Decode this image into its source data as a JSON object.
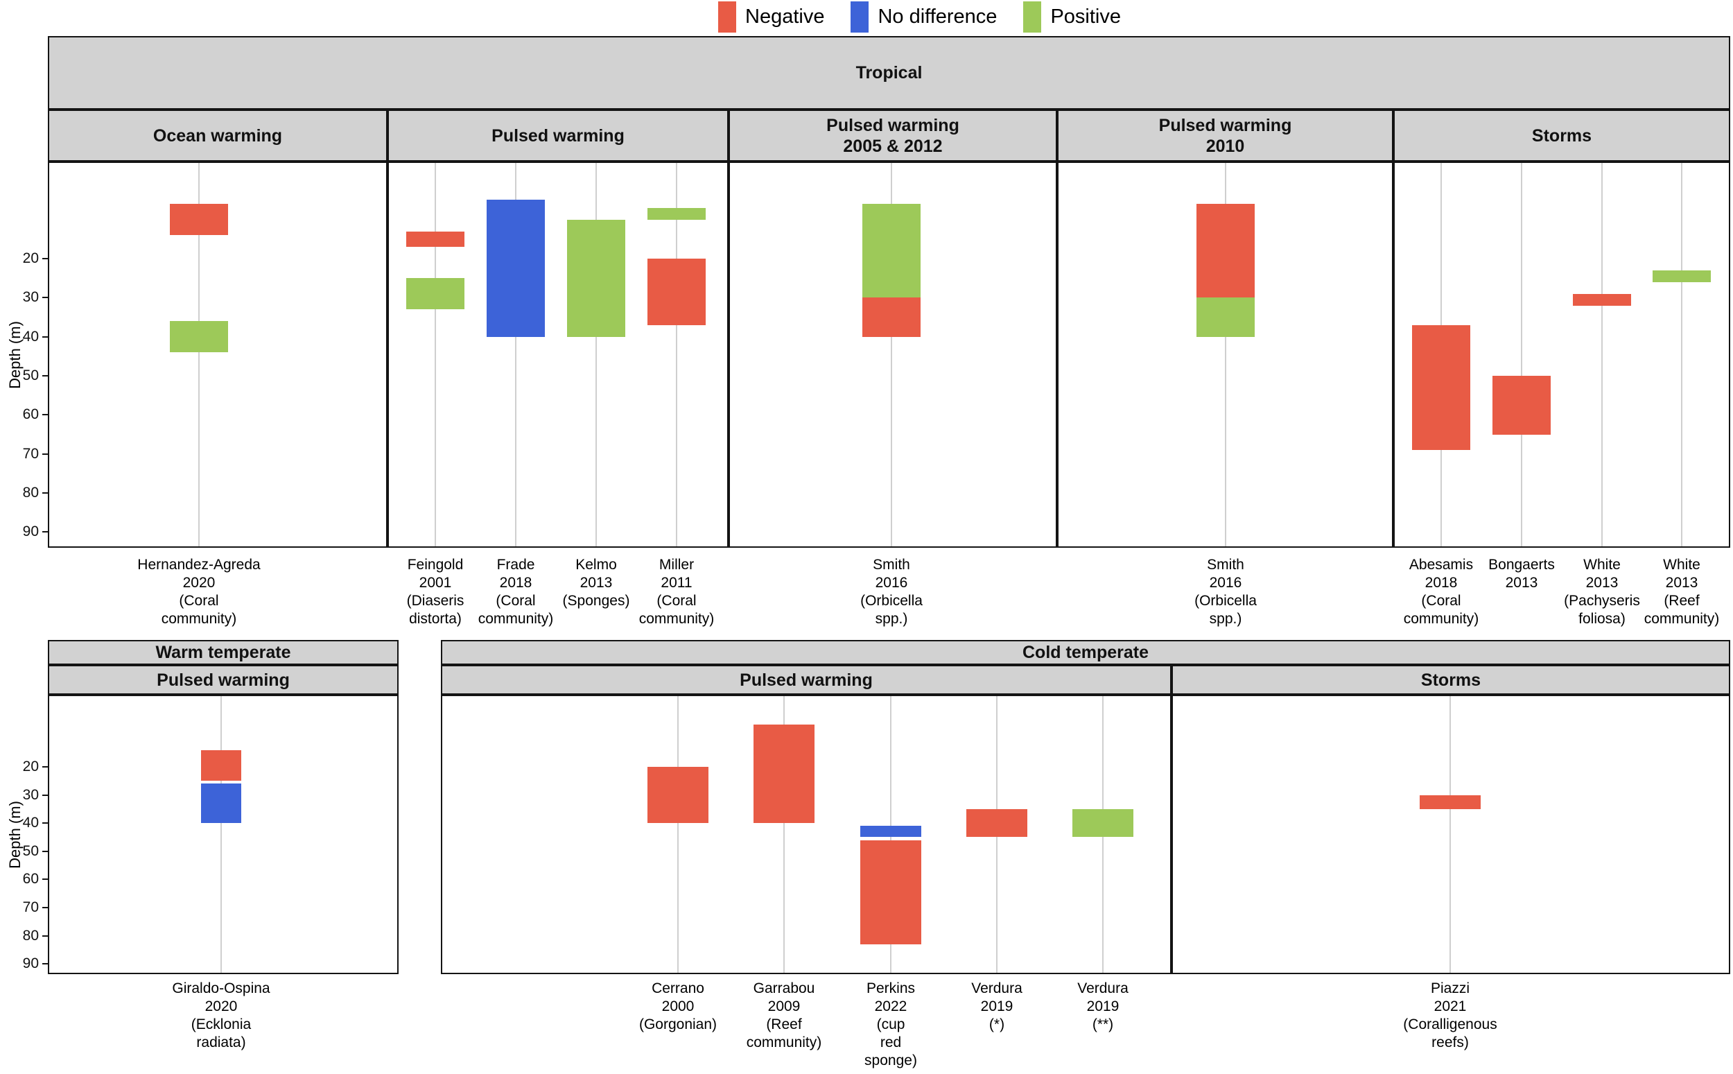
{
  "legend": {
    "items": [
      {
        "label": "Negative",
        "color": "#E85B45"
      },
      {
        "label": "No difference",
        "color": "#3D63D8"
      },
      {
        "label": "Positive",
        "color": "#9DC959"
      }
    ]
  },
  "axis": {
    "ylabel": "Depth (m)",
    "ticks": [
      20,
      30,
      40,
      50,
      60,
      70,
      80,
      90
    ]
  },
  "chart_data": {
    "type": "bar",
    "subtype": "faceted depth-range bars, depth increases downward",
    "ylabel": "Depth (m)",
    "y_ticks": [
      20,
      30,
      40,
      50,
      60,
      70,
      80,
      90
    ],
    "ylim_top_row": [
      -4.5,
      94
    ],
    "ylim_bottom_row": [
      -5.6,
      93.6
    ],
    "legend_title": "",
    "effects": {
      "Negative": "#E85B45",
      "No difference": "#3D63D8",
      "Positive": "#9DC959"
    },
    "groups": [
      {
        "climate": "Tropical",
        "panels": [
          {
            "disturbance": [
              "Ocean warming"
            ],
            "studies": [
              {
                "label": [
                  "Hernandez-Agreda",
                  "2020",
                  "(Coral",
                  "community)"
                ],
                "bars": [
                  {
                    "effect": "Negative",
                    "top_m": 6,
                    "bottom_m": 14
                  },
                  {
                    "effect": "Positive",
                    "top_m": 36,
                    "bottom_m": 44
                  }
                ]
              }
            ]
          },
          {
            "disturbance": [
              "Pulsed warming"
            ],
            "studies": [
              {
                "label": [
                  "Feingold",
                  "2001",
                  "(Diaseris",
                  "distorta)"
                ],
                "bars": [
                  {
                    "effect": "Negative",
                    "top_m": 13,
                    "bottom_m": 17
                  },
                  {
                    "effect": "Positive",
                    "top_m": 25,
                    "bottom_m": 33
                  }
                ]
              },
              {
                "label": [
                  "Frade",
                  "2018",
                  "(Coral",
                  "community)"
                ],
                "bars": [
                  {
                    "effect": "No difference",
                    "top_m": 5,
                    "bottom_m": 40
                  }
                ]
              },
              {
                "label": [
                  "Kelmo",
                  "2013",
                  "(Sponges)"
                ],
                "bars": [
                  {
                    "effect": "Positive",
                    "top_m": 10,
                    "bottom_m": 40
                  }
                ]
              },
              {
                "label": [
                  "Miller",
                  "2011",
                  "(Coral",
                  "community)"
                ],
                "bars": [
                  {
                    "effect": "Positive",
                    "top_m": 7,
                    "bottom_m": 10
                  },
                  {
                    "effect": "Negative",
                    "top_m": 20,
                    "bottom_m": 37
                  }
                ]
              }
            ]
          },
          {
            "disturbance": [
              "Pulsed warming",
              "2005 & 2012"
            ],
            "studies": [
              {
                "label": [
                  "Smith",
                  "2016",
                  "(Orbicella",
                  "spp.)"
                ],
                "bars": [
                  {
                    "effect": "Positive",
                    "top_m": 6,
                    "bottom_m": 30
                  },
                  {
                    "effect": "Negative",
                    "top_m": 30,
                    "bottom_m": 40
                  }
                ]
              }
            ]
          },
          {
            "disturbance": [
              "Pulsed warming",
              "2010"
            ],
            "studies": [
              {
                "label": [
                  "Smith",
                  "2016",
                  "(Orbicella",
                  "spp.)"
                ],
                "bars": [
                  {
                    "effect": "Negative",
                    "top_m": 6,
                    "bottom_m": 30
                  },
                  {
                    "effect": "Positive",
                    "top_m": 30,
                    "bottom_m": 40
                  }
                ]
              }
            ]
          },
          {
            "disturbance": [
              "Storms"
            ],
            "studies": [
              {
                "label": [
                  "Abesamis",
                  "2018",
                  "(Coral",
                  "community)"
                ],
                "bars": [
                  {
                    "effect": "Negative",
                    "top_m": 37,
                    "bottom_m": 69
                  }
                ]
              },
              {
                "label": [
                  "Bongaerts",
                  "2013"
                ],
                "bars": [
                  {
                    "effect": "Negative",
                    "top_m": 50,
                    "bottom_m": 65
                  }
                ]
              },
              {
                "label": [
                  "White",
                  "2013",
                  "(Pachyseris",
                  "foliosa)"
                ],
                "bars": [
                  {
                    "effect": "Negative",
                    "top_m": 29,
                    "bottom_m": 32
                  }
                ]
              },
              {
                "label": [
                  "White",
                  "2013",
                  "(Reef",
                  "community)"
                ],
                "bars": [
                  {
                    "effect": "Positive",
                    "top_m": 23,
                    "bottom_m": 26
                  }
                ]
              }
            ]
          }
        ]
      },
      {
        "climate": "Warm temperate",
        "panels": [
          {
            "disturbance": [
              "Pulsed warming"
            ],
            "studies": [
              {
                "label": [
                  "Giraldo-Ospina",
                  "2020",
                  "(Ecklonia",
                  "radiata)"
                ],
                "bars": [
                  {
                    "effect": "Negative",
                    "top_m": 14,
                    "bottom_m": 25
                  },
                  {
                    "effect": "No difference",
                    "top_m": 26,
                    "bottom_m": 40
                  }
                ]
              }
            ]
          }
        ]
      },
      {
        "climate": "Cold temperate",
        "panels": [
          {
            "disturbance": [
              "Pulsed warming"
            ],
            "studies": [
              {
                "label": [
                  "Cerrano",
                  "2000",
                  "(Gorgonian)"
                ],
                "bars": [
                  {
                    "effect": "Negative",
                    "top_m": 20,
                    "bottom_m": 40
                  }
                ]
              },
              {
                "label": [
                  "Garrabou",
                  "2009",
                  "(Reef",
                  "community)"
                ],
                "bars": [
                  {
                    "effect": "Negative",
                    "top_m": 5,
                    "bottom_m": 40
                  }
                ]
              },
              {
                "label": [
                  "Perkins",
                  "2022",
                  "(cup",
                  "red",
                  "sponge)"
                ],
                "bars": [
                  {
                    "effect": "No difference",
                    "top_m": 41,
                    "bottom_m": 45
                  },
                  {
                    "effect": "Negative",
                    "top_m": 46,
                    "bottom_m": 83
                  }
                ]
              },
              {
                "label": [
                  "Verdura",
                  "2019",
                  "(*)"
                ],
                "bars": [
                  {
                    "effect": "Negative",
                    "top_m": 35,
                    "bottom_m": 45
                  }
                ]
              },
              {
                "label": [
                  "Verdura",
                  "2019",
                  "(**)"
                ],
                "bars": [
                  {
                    "effect": "Positive",
                    "top_m": 35,
                    "bottom_m": 45
                  }
                ]
              }
            ]
          },
          {
            "disturbance": [
              "Storms"
            ],
            "studies": [
              {
                "label": [
                  "Piazzi",
                  "2021",
                  "(Coralligenous",
                  "reefs)"
                ],
                "bars": [
                  {
                    "effect": "Negative",
                    "top_m": 30,
                    "bottom_m": 35
                  }
                ]
              }
            ]
          }
        ]
      }
    ]
  }
}
